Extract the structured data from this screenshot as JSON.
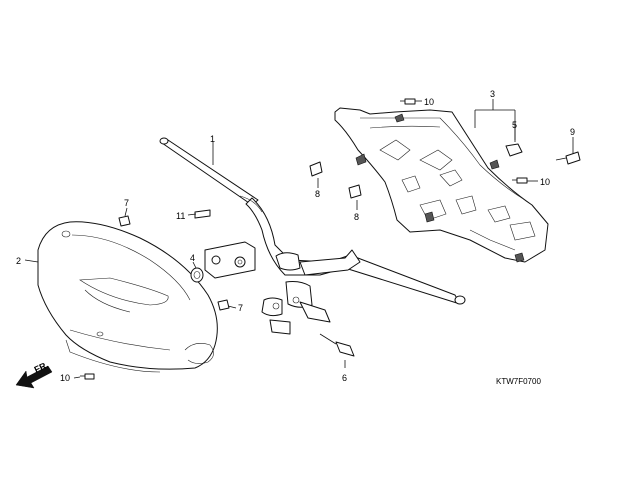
{
  "diagram": {
    "part_labels": [
      "1",
      "2",
      "3",
      "4",
      "5",
      "6",
      "7",
      "7",
      "8",
      "8",
      "9",
      "10",
      "10",
      "10",
      "11"
    ],
    "direction_label": "FR.",
    "drawing_code": "KTW7F0700"
  }
}
